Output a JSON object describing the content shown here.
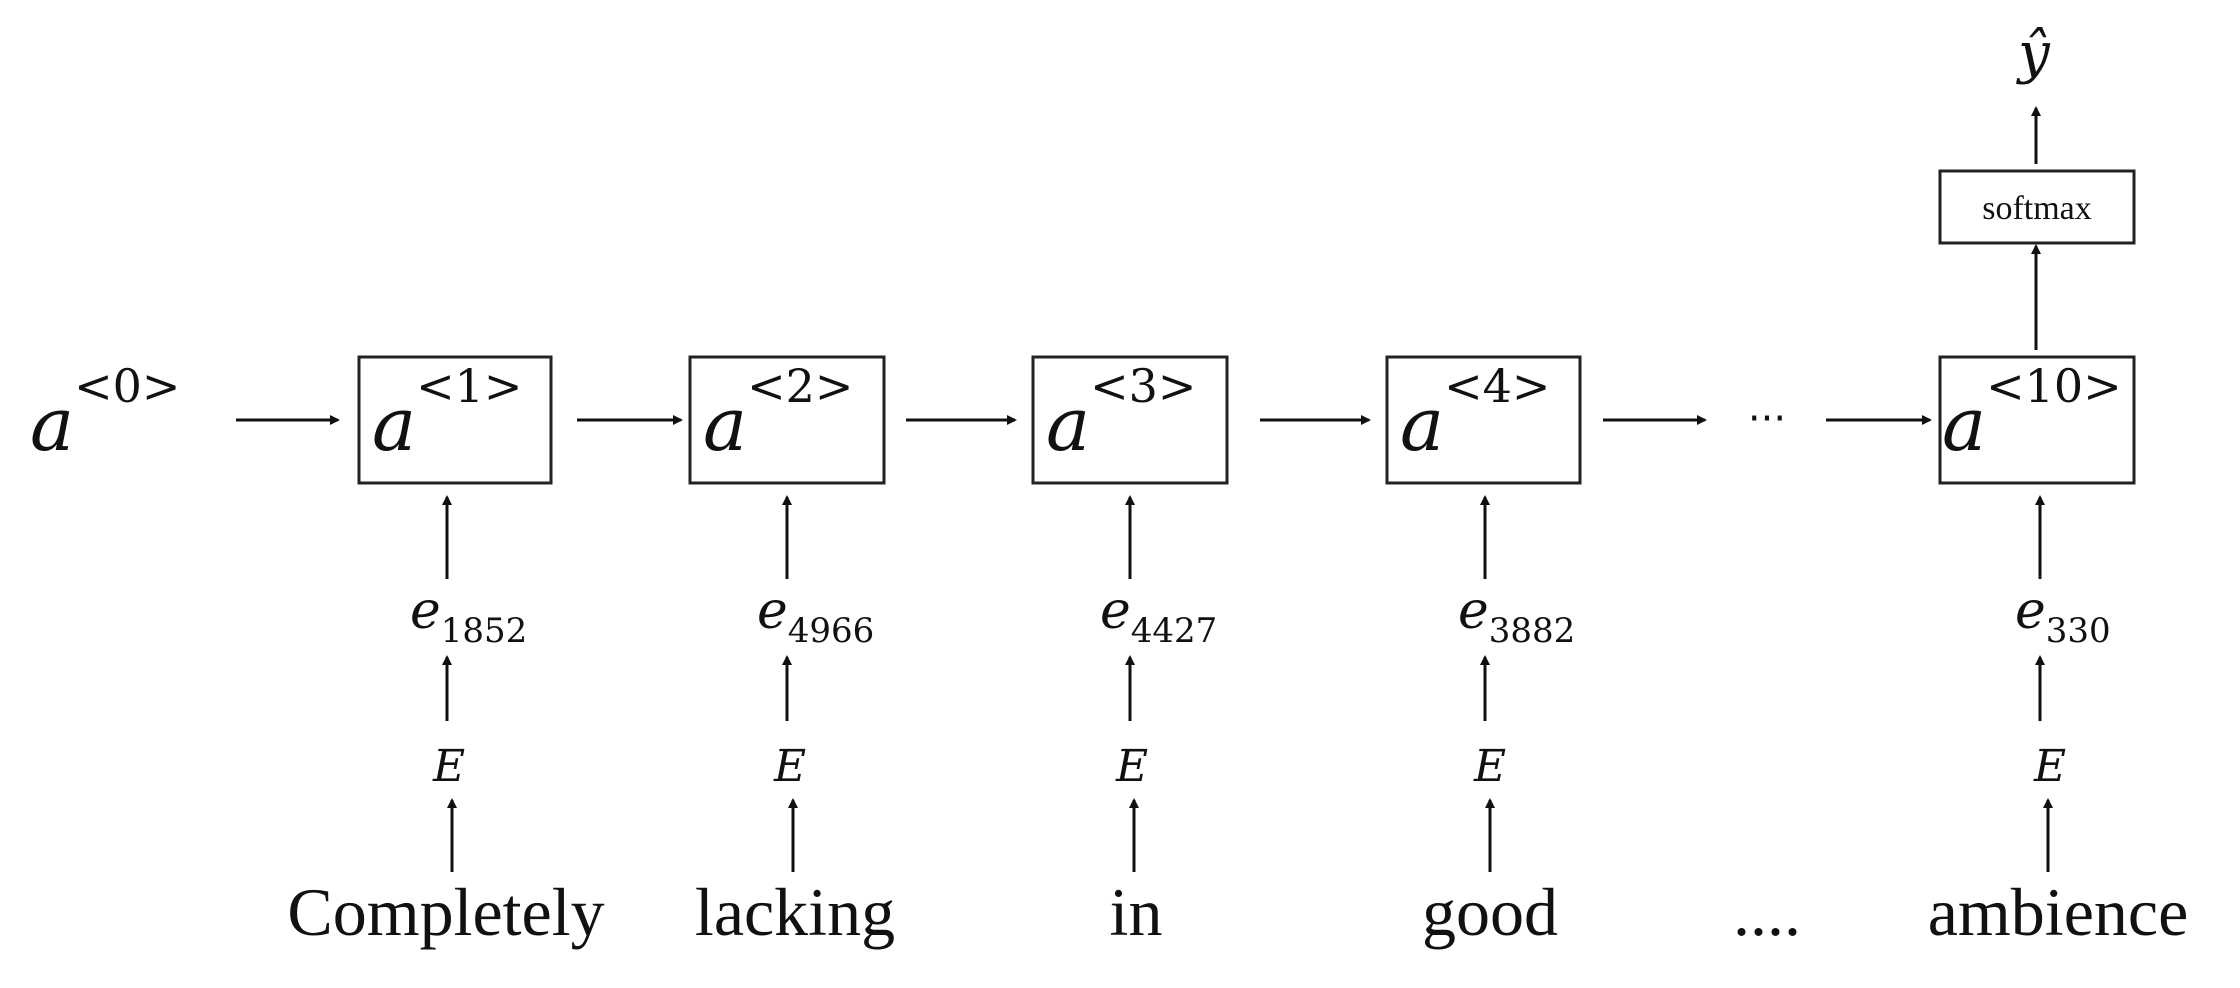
{
  "initial_state": {
    "symbol": "a",
    "sup": "<0>"
  },
  "cells": [
    {
      "symbol": "a",
      "sup": "<1>"
    },
    {
      "symbol": "a",
      "sup": "<2>"
    },
    {
      "symbol": "a",
      "sup": "<3>"
    },
    {
      "symbol": "a",
      "sup": "<4>"
    },
    {
      "symbol": "a",
      "sup": "<10>"
    }
  ],
  "embeddings": [
    {
      "symbol": "e",
      "sub": "1852"
    },
    {
      "symbol": "e",
      "sub": "4966"
    },
    {
      "symbol": "e",
      "sub": "4427"
    },
    {
      "symbol": "e",
      "sub": "3882"
    },
    {
      "symbol": "e",
      "sub": "330"
    }
  ],
  "embedding_matrix": "E",
  "words": [
    "Completely",
    "lacking",
    "in",
    "good",
    "ambience"
  ],
  "ellipsis_cells": "···",
  "ellipsis_words": "....",
  "softmax_label": "softmax",
  "output": "ŷ"
}
